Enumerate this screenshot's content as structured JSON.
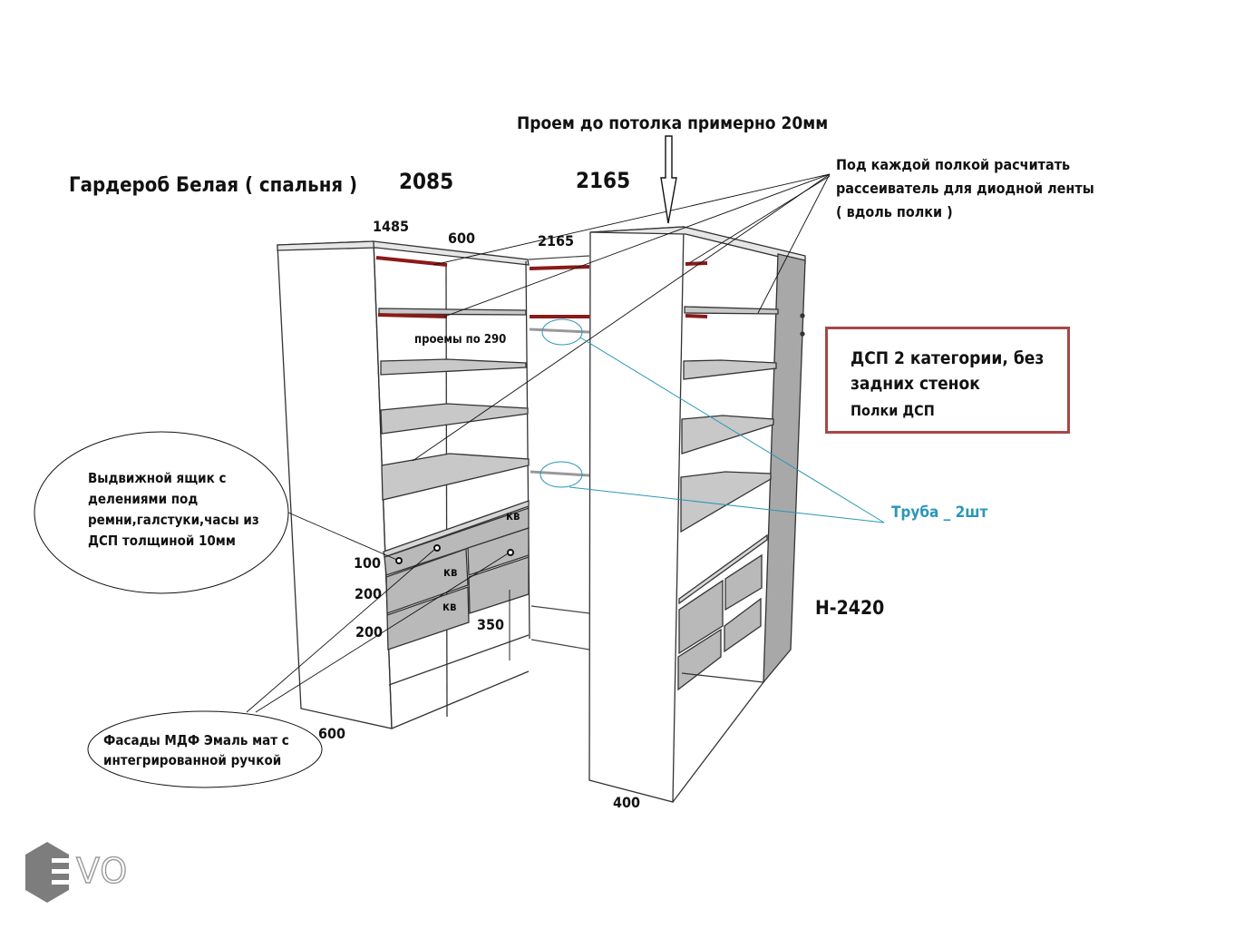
{
  "title": "Гардероб Белая ( спальня )",
  "dimensions": {
    "width_left": "2085",
    "width_right": "2165",
    "corner_depth_label": "1485",
    "depth_top_left": "600",
    "depth_top_mid": "2165",
    "depth_bottom_left": "600",
    "depth_bottom_right": "400",
    "height": "Н-2420",
    "drawer_heights": [
      "100",
      "200",
      "200"
    ],
    "floor_gap": "350",
    "openings": "проемы по 290"
  },
  "annotations": {
    "ceiling_gap": "Проем до потолка примерно 20мм",
    "led_diffuser": "Под каждой полкой расчитать рассеиватель для диодной ленты ( вдоль полки )",
    "material_box": {
      "line1": "ДСП 2 категории, без",
      "line2": "задних стенок",
      "line3": "Полки ДСП"
    },
    "drawer_note": "Выдвижной ящик с делениями под ремни,галстуки,часы из ДСП толщиной 10мм",
    "facade_note": "Фасады МДФ Эмаль мат с интегрированной ручкой",
    "pipe_note": "Труба _ 2шт",
    "drawer_marks": [
      "кв",
      "кв",
      "кв"
    ]
  },
  "colors": {
    "led_strip": "#8b1a1a",
    "material_box_border": "#a64747",
    "pipe_callout": "#2a97b8",
    "shelf_fill": "#c8c8c8",
    "drawer_fill": "#b9b9b9",
    "side_panel": "#a8a8a8"
  },
  "logo": {
    "text": "VO",
    "mark": "E"
  }
}
